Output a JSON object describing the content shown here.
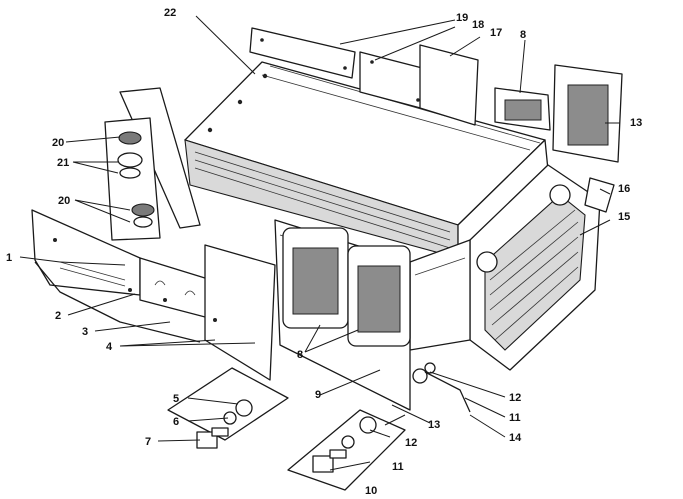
{
  "callouts": {
    "c1": "1",
    "c2": "2",
    "c3": "3",
    "c4": "4",
    "c5": "5",
    "c6": "6",
    "c7": "7",
    "c8a": "8",
    "c8b": "8",
    "c9": "9",
    "c10": "10",
    "c11a": "11",
    "c11b": "11",
    "c12a": "12",
    "c12b": "12",
    "c13a": "13",
    "c13b": "13",
    "c14": "14",
    "c15": "15",
    "c16": "16",
    "c17": "17",
    "c18": "18",
    "c19": "19",
    "c20a": "20",
    "c20b": "20",
    "c21": "21",
    "c22": "22"
  }
}
